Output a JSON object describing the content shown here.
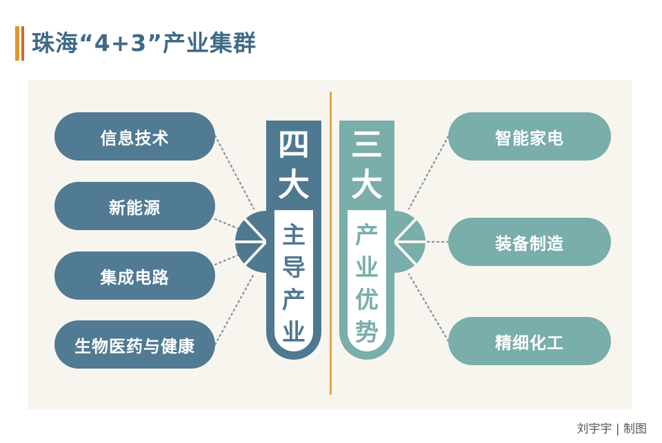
{
  "title": "珠海“4+3”产业集群",
  "left": {
    "head": [
      "四",
      "大"
    ],
    "label": [
      "主",
      "导",
      "产",
      "业"
    ],
    "items": [
      "信息技术",
      "新能源",
      "集成电路",
      "生物医药与健康"
    ]
  },
  "right": {
    "head": [
      "三",
      "大"
    ],
    "label": [
      "产",
      "业",
      "优",
      "势"
    ],
    "items": [
      "智能家电",
      "装备制造",
      "精细化工"
    ]
  },
  "credit": "刘宇宇 | 制图",
  "colors": {
    "left_pill": "#517a93",
    "right_pill": "#79aeaa",
    "title": "#3e6a86",
    "accent_orange": "#e09a2c",
    "accent_red": "#d9652b",
    "divider": "#e2a63f",
    "panel_bg": "#f8f5ef"
  }
}
